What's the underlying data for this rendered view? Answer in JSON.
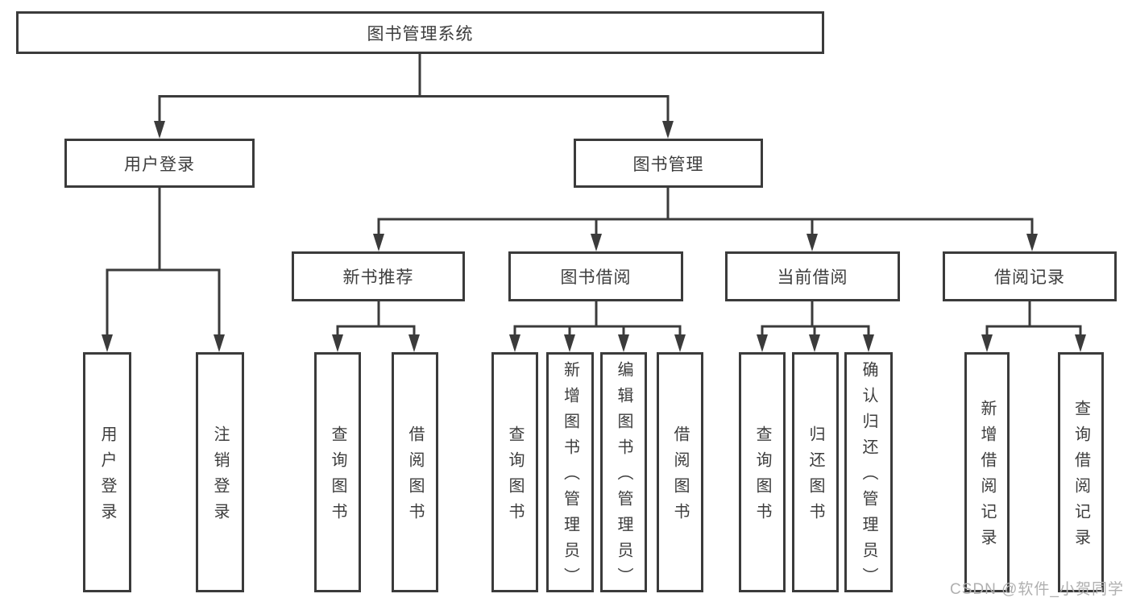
{
  "diagram": {
    "root": {
      "label": "图书管理系统"
    },
    "branches": [
      {
        "label": "用户登录",
        "leaves": [
          "用户登录",
          "注销登录"
        ]
      },
      {
        "label": "图书管理",
        "groups": [
          {
            "label": "新书推荐",
            "leaves": [
              "查询图书",
              "借阅图书"
            ]
          },
          {
            "label": "图书借阅",
            "leaves": [
              "查询图书",
              "新增图书（管理员）",
              "编辑图书（管理员）",
              "借阅图书"
            ]
          },
          {
            "label": "当前借阅",
            "leaves": [
              "查询图书",
              "归还图书",
              "确认归还（管理员）"
            ]
          },
          {
            "label": "借阅记录",
            "leaves": [
              "新增借阅记录",
              "查询借阅记录"
            ]
          }
        ]
      }
    ]
  },
  "watermark": {
    "text": "CSDN @软件_小贺同学"
  },
  "colors": {
    "line": "#3b3b3b",
    "text": "#3d3d3d",
    "watermark": "#b0b0b0",
    "background": "#ffffff"
  }
}
